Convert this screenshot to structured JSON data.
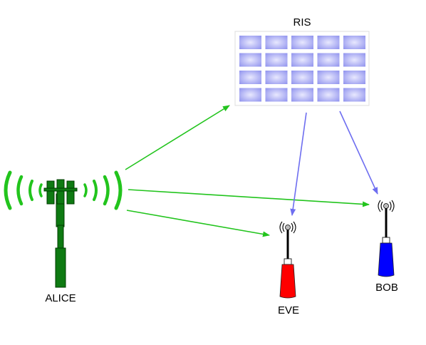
{
  "labels": {
    "ris": "RIS",
    "alice": "ALICE",
    "eve": "EVE",
    "bob": "BOB"
  },
  "colors": {
    "direct_link": "#22c41d",
    "ris_link": "#6e6ef0",
    "alice_tower": "#0e7a12",
    "eve_body": "#ff0000",
    "bob_body": "#0000ff",
    "ris_tile": "#b4b6f6"
  },
  "ris_grid": {
    "rows": 4,
    "cols": 5
  },
  "icons": {
    "alice": "cell-tower-icon",
    "eve": "radio-antenna-icon",
    "bob": "radio-antenna-icon"
  }
}
